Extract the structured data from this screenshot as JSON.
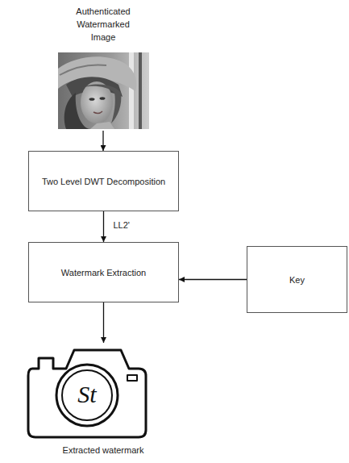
{
  "diagram": {
    "nodes": [
      {
        "text": [
          "Authenticated Watermarked Image"
        ]
      },
      {
        "text": [
          "Two Level DWT Decomposition"
        ]
      },
      {
        "text": [
          "Watermark Extraction"
        ]
      },
      {
        "text": [
          "Key"
        ]
      },
      {
        "text": [
          "Extracted watermark"
        ]
      }
    ],
    "edges": [
      {
        "from": 0,
        "to": 1,
        "arrow": "to"
      },
      {
        "from": 1,
        "to": 2,
        "label": "LL2'",
        "arrow": "to"
      },
      {
        "from": 3,
        "to": 2,
        "arrow": "to"
      },
      {
        "from": 2,
        "to": 4,
        "arrow": "to"
      }
    ],
    "labels": [
      "St"
    ]
  }
}
